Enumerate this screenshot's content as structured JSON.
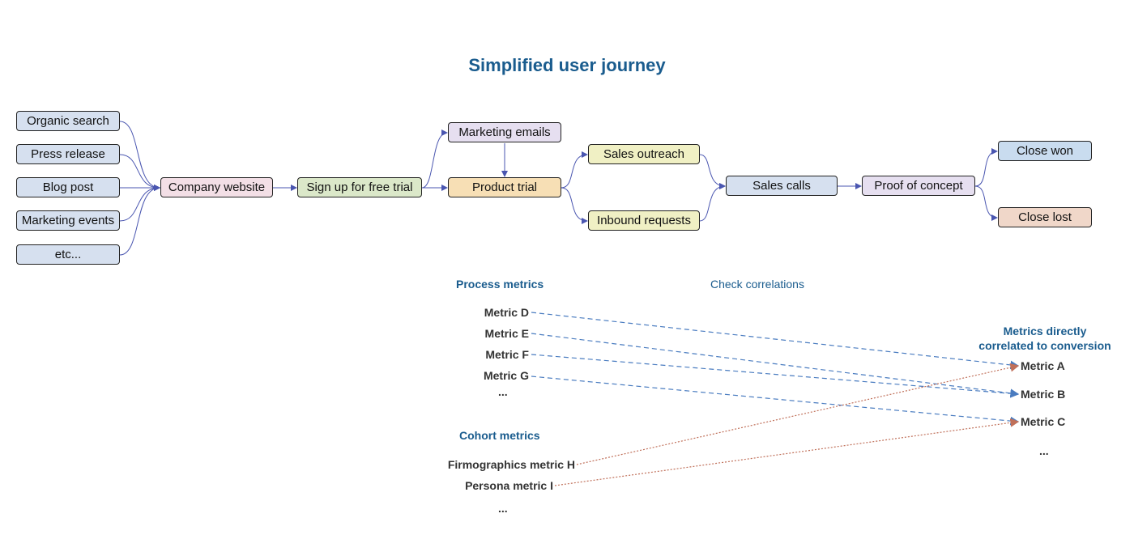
{
  "title": "Simplified user journey",
  "journey": {
    "sources": [
      "Organic search",
      "Press release",
      "Blog post",
      "Marketing events",
      "etc..."
    ],
    "company_website": "Company website",
    "signup": "Sign up for free trial",
    "marketing_emails": "Marketing emails",
    "product_trial": "Product trial",
    "sales_outreach": "Sales outreach",
    "inbound_requests": "Inbound requests",
    "sales_calls": "Sales calls",
    "proof_of_concept": "Proof of concept",
    "close_won": "Close won",
    "close_lost": "Close lost"
  },
  "metrics": {
    "process_header": "Process metrics",
    "check_correlations": "Check correlations",
    "conversion_header_line1": "Metrics directly",
    "conversion_header_line2": "correlated to conversion",
    "cohort_header": "Cohort metrics",
    "process": [
      "Metric D",
      "Metric E",
      "Metric F",
      "Metric G",
      "..."
    ],
    "cohort": [
      "Firmographics metric H",
      "Persona metric I",
      "..."
    ],
    "conversion": [
      "Metric A",
      "Metric B",
      "Metric C",
      "..."
    ]
  },
  "colors": {
    "title": "#1a5c8e",
    "flow_arrow": "#4a56b0",
    "process_link": "#4a7cc0",
    "cohort_link": "#c0705a"
  }
}
